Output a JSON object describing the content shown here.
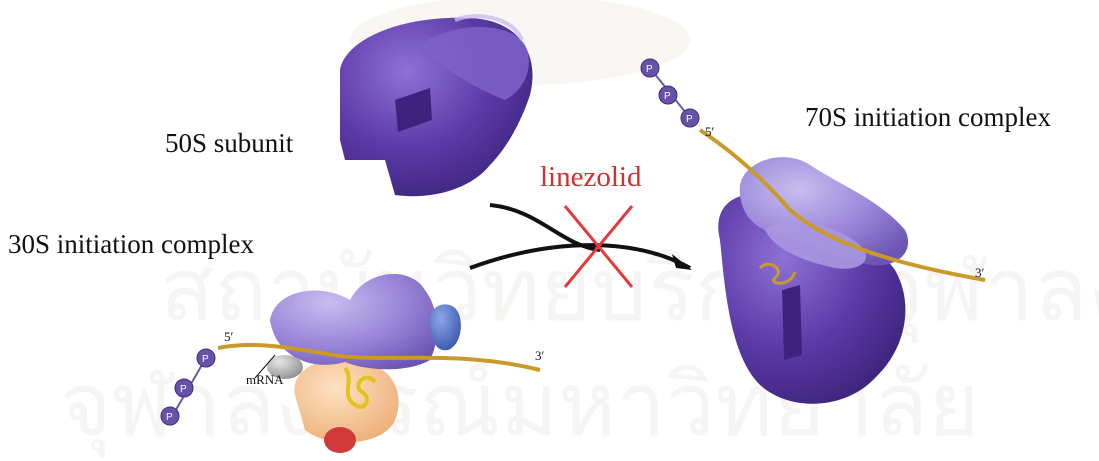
{
  "labels": {
    "subunit_50s": "50S subunit",
    "complex_70s": "70S initiation complex",
    "complex_30s": "30S initiation complex",
    "drug": "linezolid",
    "mrna": "mRNA",
    "end5_left": "5′",
    "end3_left": "3′",
    "end5_right": "5′",
    "end3_right": "3′",
    "phosphate": "P"
  },
  "colors": {
    "subunit_purple": "#5b3aa6",
    "subunit_dark": "#3f2480",
    "subunit_light": "#9b8ad8",
    "mrna": "#c99a2a",
    "inhibition_cross": "#e23a3a",
    "arrow": "#111111",
    "initiation_factor_blue": "#5472c4",
    "factor_peach": "#f6c89a",
    "factor_red": "#d23a3a"
  },
  "watermark_text": "สถาบันวิทยบริการ จุฬาลงกรณ์มหาวิทยาลัย"
}
